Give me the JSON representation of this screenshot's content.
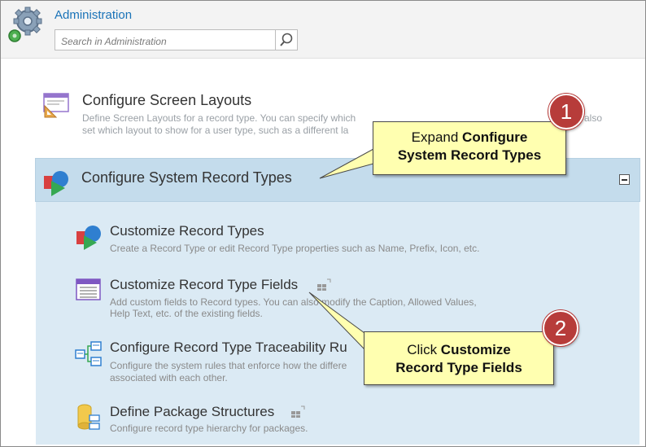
{
  "header": {
    "app_title": "Administration",
    "search_placeholder": "Search in Administration"
  },
  "items": {
    "screen_layouts": {
      "title": "Configure Screen Layouts",
      "desc_line1": "Define Screen Layouts for a record type. You can specify which",
      "desc_line1_tail": "also",
      "desc_line2": "set which layout to show for a user type, such as a different la"
    },
    "system_record_types": {
      "title": "Configure System Record Types",
      "subitems": [
        {
          "title": "Customize Record Types",
          "desc": [
            "Create a Record Type or edit Record Type properties such as Name, Prefix, Icon, etc."
          ]
        },
        {
          "title": "Customize Record Type Fields",
          "desc": [
            "Add custom fields to Record types. You can also modify the Caption, Allowed Values,",
            "Help Text, etc. of the existing fields."
          ]
        },
        {
          "title": "Configure Record Type Traceability Ru",
          "desc": [
            "Configure the system rules that enforce how the differe",
            "associated with each other."
          ]
        },
        {
          "title": "Define Package Structures",
          "desc": [
            "Configure record type hierarchy for packages."
          ]
        }
      ]
    }
  },
  "callouts": [
    {
      "number": "1",
      "prefix": "Expand ",
      "bold1": "Configure",
      "bold2": "System Record Types"
    },
    {
      "number": "2",
      "prefix": "Click ",
      "bold1": "Customize",
      "bold2": "Record Type Fields"
    }
  ],
  "icons": {
    "app": "gears-icon",
    "search": "search-icon",
    "screen_layouts": "layout-ruler-icon",
    "system_record_types": "shapes-icon",
    "collapse": "minus-icon"
  },
  "colors": {
    "accent_blue": "#1a73b8",
    "panel_header": "#c4dcec",
    "panel_body": "#dbeaf4",
    "callout_fill": "#ffffb0",
    "badge_red": "#b73c3a"
  }
}
